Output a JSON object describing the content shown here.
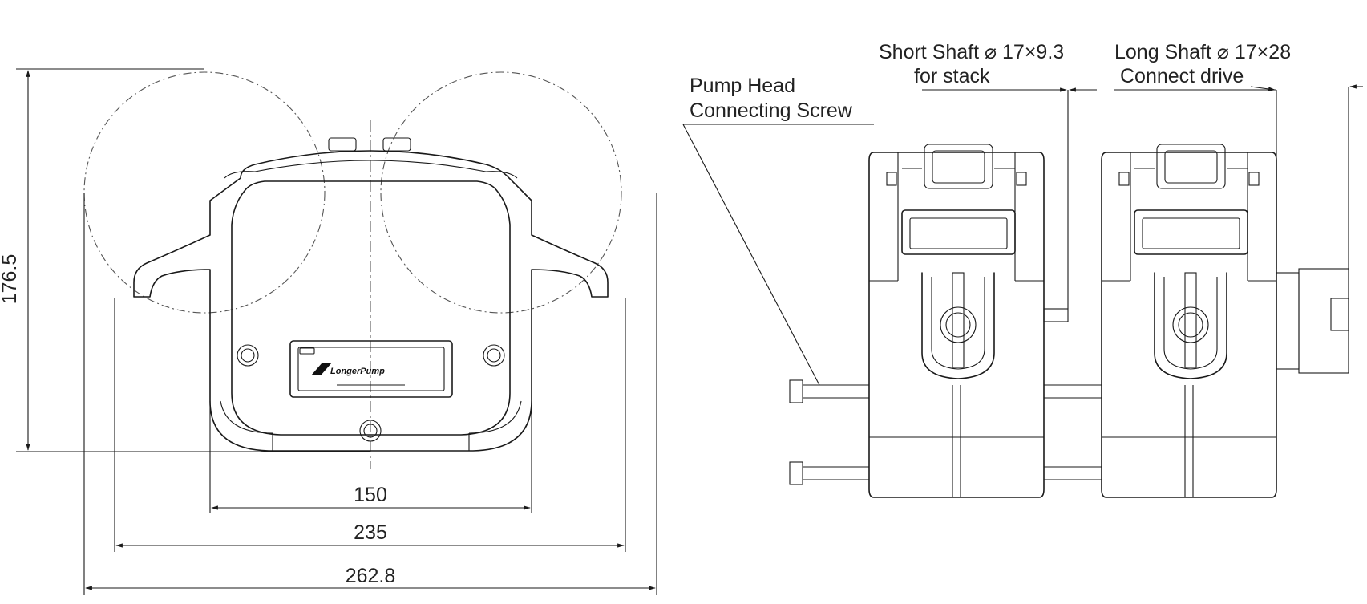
{
  "front_view": {
    "dimensions": {
      "height": "176.5",
      "width_inner": "150",
      "width_mid": "235",
      "width_overall": "262.8"
    },
    "nameplate": {
      "brand": "LongerPump"
    }
  },
  "side_view": {
    "callouts": {
      "screw_line1": "Pump Head",
      "screw_line2": "Connecting Screw",
      "short_shaft_line1": "Short Shaft ⌀ 17×9.3",
      "short_shaft_line2": "for stack",
      "long_shaft_line1": "Long Shaft ⌀ 17×28",
      "long_shaft_line2": "Connect drive"
    }
  }
}
